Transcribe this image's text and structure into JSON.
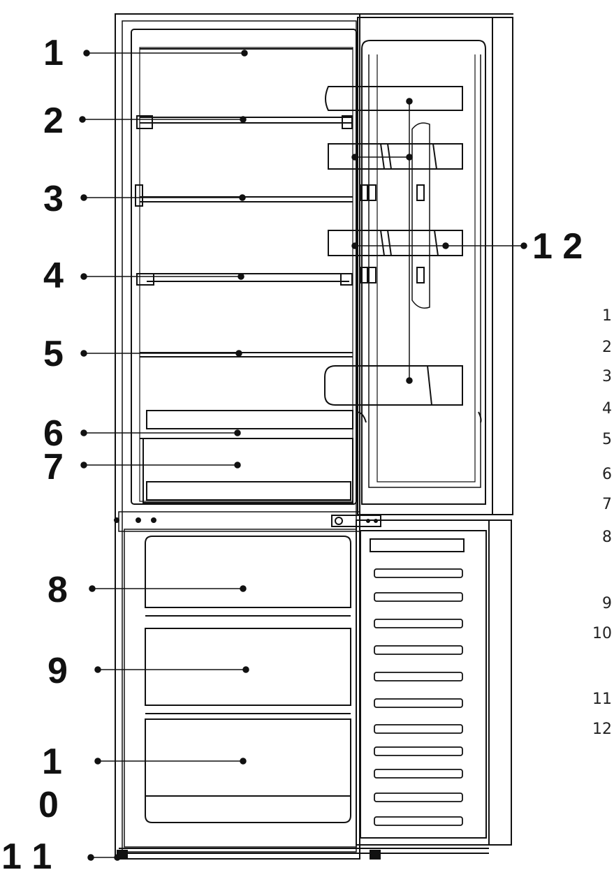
{
  "figure": {
    "callouts": {
      "c1": "1",
      "c2": "2",
      "c3": "3",
      "c4": "4",
      "c5": "5",
      "c6": "6",
      "c7": "7",
      "c8": "8",
      "c9": "9",
      "c10_top": "1",
      "c10_bottom": "0",
      "c11": "1 1",
      "c12": "1 2"
    },
    "legend_numbers": [
      "1",
      "2",
      "3",
      "4",
      "5",
      "6",
      "7",
      "8",
      "9",
      "10",
      "11",
      "12"
    ]
  },
  "colors": {
    "line": "#111111",
    "text": "#111111"
  }
}
